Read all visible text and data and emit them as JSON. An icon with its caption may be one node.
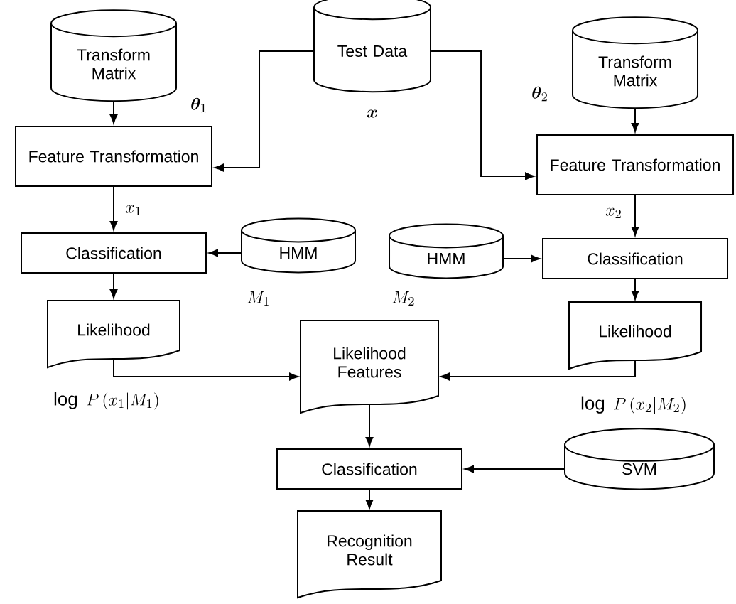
{
  "diagram": {
    "nodes": [
      {
        "text": [
          "Transform Matrix"
        ],
        "beside": [
          "\\boldsymbol{\\theta}_1"
        ]
      },
      {
        "text": [
          "Test Data"
        ],
        "beside": [
          "\\boldsymbol{x}"
        ]
      },
      {
        "text": [
          "Transform Matrix"
        ],
        "beside": [
          "\\boldsymbol{\\theta}_2"
        ]
      },
      {
        "text": [
          "Feature Transformation"
        ]
      },
      {
        "text": [
          "Feature Transformation"
        ]
      },
      {
        "text": [
          "Classification"
        ]
      },
      {
        "text": [
          "HMM"
        ],
        "beside": [
          "M_1"
        ]
      },
      {
        "text": [
          "HMM"
        ],
        "beside": [
          "M_2"
        ]
      },
      {
        "text": [
          "Classification"
        ]
      },
      {
        "text": [
          "Likelihood"
        ]
      },
      {
        "text": [
          "Likelihood"
        ]
      },
      {
        "text": [
          "Likelihood Features"
        ]
      },
      {
        "text": [
          "Classification"
        ]
      },
      {
        "text": [
          "SVM"
        ]
      },
      {
        "text": [
          "Recognition Result"
        ]
      }
    ],
    "edges": [
      {
        "from": 0,
        "to": 3,
        "arrow": "to"
      },
      {
        "from": 1,
        "to": 3,
        "arrow": "to"
      },
      {
        "from": 1,
        "to": 4,
        "arrow": "to"
      },
      {
        "from": 2,
        "to": 4,
        "arrow": "to"
      },
      {
        "from": 3,
        "to": 5,
        "arrow": "to",
        "label": "x_1"
      },
      {
        "from": 4,
        "to": 8,
        "arrow": "to",
        "label": "x_2"
      },
      {
        "from": 6,
        "to": 5,
        "arrow": "to"
      },
      {
        "from": 7,
        "to": 8,
        "arrow": "to"
      },
      {
        "from": 5,
        "to": 9,
        "arrow": "to"
      },
      {
        "from": 8,
        "to": 10,
        "arrow": "to"
      },
      {
        "from": 9,
        "to": 11,
        "arrow": "to",
        "label": "\\log\\ P\\left(x_1|M_1\\right)"
      },
      {
        "from": 10,
        "to": 11,
        "arrow": "to",
        "label": "\\log\\ P\\left(x_2|M_2\\right)"
      },
      {
        "from": 11,
        "to": 12,
        "arrow": "to"
      },
      {
        "from": 13,
        "to": 12,
        "arrow": "to"
      },
      {
        "from": 12,
        "to": 14,
        "arrow": "to"
      }
    ]
  }
}
